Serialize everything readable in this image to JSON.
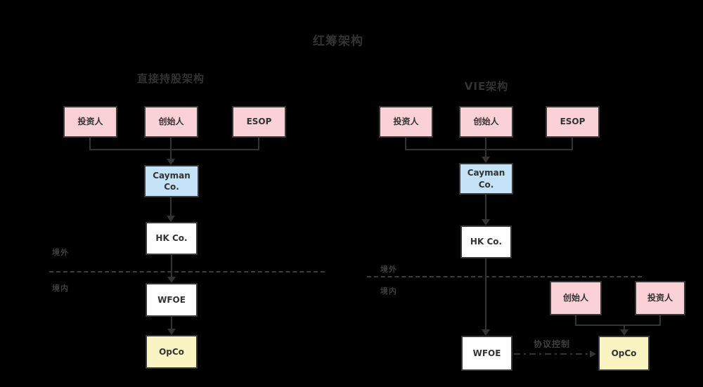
{
  "title": "红筹架构",
  "colors": {
    "background": "#000000",
    "box_border": "#383838",
    "line": "#333333",
    "text": "#333333",
    "pink_fill": "#fad1d7",
    "blue_fill": "#c5e3f8",
    "white_fill": "#ffffff",
    "yellow_fill": "#faf3c2"
  },
  "left": {
    "heading": "直接持股架构",
    "top_row": [
      "投资人",
      "创始人",
      "ESOP"
    ],
    "cayman": "Cayman Co.",
    "hk": "HK Co.",
    "wfoe": "WFOE",
    "opco": "OpCo",
    "offshore_label": "境外",
    "onshore_label": "境内"
  },
  "right": {
    "heading": "VIE架构",
    "top_row": [
      "投资人",
      "创始人",
      "ESOP"
    ],
    "cayman": "Cayman Co.",
    "hk": "HK Co.",
    "wfoe": "WFOE",
    "opco": "OpCo",
    "offshore_label": "境外",
    "onshore_label": "境内",
    "onshore_shareholders": [
      "创始人",
      "投资人"
    ],
    "vie_control_label": "协议控制"
  }
}
